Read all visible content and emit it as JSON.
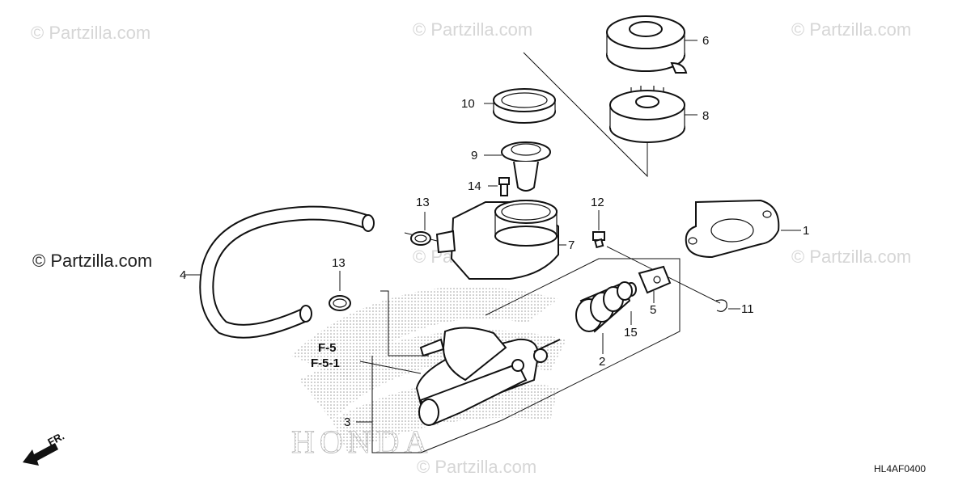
{
  "watermarks": {
    "faint": [
      "© Partzilla.com",
      "© Partzilla.com",
      "© Partzilla.com",
      "© Partzilla.com",
      "© Partzilla.com",
      "© Partzilla.com"
    ],
    "main": "© Partzilla.com"
  },
  "callouts": {
    "p1": "1",
    "p2": "2",
    "p3": "3",
    "p4": "4",
    "p5": "5",
    "p6": "6",
    "p7": "7",
    "p8": "8",
    "p9": "9",
    "p10": "10",
    "p11": "11",
    "p12": "12",
    "p13a": "13",
    "p13b": "13",
    "p14": "14",
    "p15": "15"
  },
  "references": [
    "F-5",
    "F-5-1"
  ],
  "front_indicator": "FR.",
  "diagram_code": "HL4AF0400",
  "background_logo": "HONDA"
}
